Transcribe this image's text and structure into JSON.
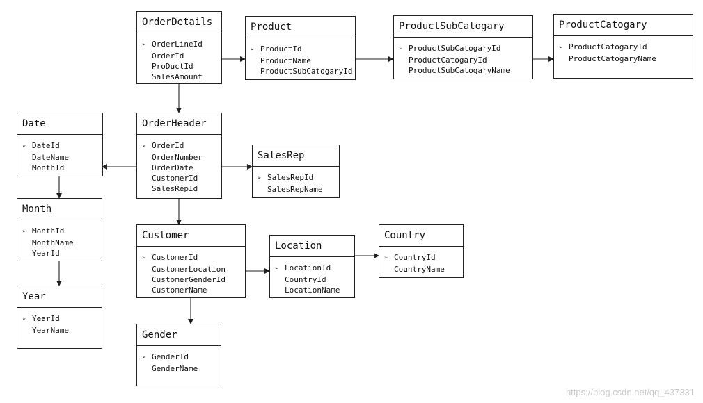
{
  "entities": {
    "orderdetails": {
      "title": "OrderDetails",
      "fields": [
        "OrderLineId",
        "OrderId",
        "ProDuctId",
        "SalesAmount"
      ]
    },
    "product": {
      "title": "Product",
      "fields": [
        "ProductId",
        "ProductName",
        "ProductSubCatogaryId"
      ]
    },
    "productsubcatogary": {
      "title": "ProductSubCatogary",
      "fields": [
        "ProductSubCatogaryId",
        "ProductCatogaryId",
        "ProductSubCatogaryName"
      ]
    },
    "productcatogary": {
      "title": "ProductCatogary",
      "fields": [
        "ProductCatogaryId",
        "ProductCatogaryName"
      ]
    },
    "date": {
      "title": "Date",
      "fields": [
        "DateId",
        "DateName",
        "MonthId"
      ]
    },
    "orderheader": {
      "title": "OrderHeader",
      "fields": [
        "OrderId",
        "OrderNumber",
        "OrderDate",
        "CustomerId",
        "SalesRepId"
      ]
    },
    "salesrep": {
      "title": "SalesRep",
      "fields": [
        "SalesRepId",
        "SalesRepName"
      ]
    },
    "month": {
      "title": "Month",
      "fields": [
        "MonthId",
        "MonthName",
        "YearId"
      ]
    },
    "customer": {
      "title": "Customer",
      "fields": [
        "CustomerId",
        "CustomerLocation",
        "CustomerGenderId",
        "CustomerName"
      ]
    },
    "location": {
      "title": "Location",
      "fields": [
        "LocationId",
        "CountryId",
        "LocationName"
      ]
    },
    "country": {
      "title": "Country",
      "fields": [
        "CountryId",
        "CountryName"
      ]
    },
    "year": {
      "title": "Year",
      "fields": [
        "YearId",
        "YearName"
      ]
    },
    "gender": {
      "title": "Gender",
      "fields": [
        "GenderId",
        "GenderName"
      ]
    }
  },
  "bullet_icon": "arrowhead-bullet-icon",
  "watermark": "https://blog.csdn.net/qq_437331",
  "colors": {
    "line": "#222222",
    "watermark": "#c9c9c9"
  }
}
